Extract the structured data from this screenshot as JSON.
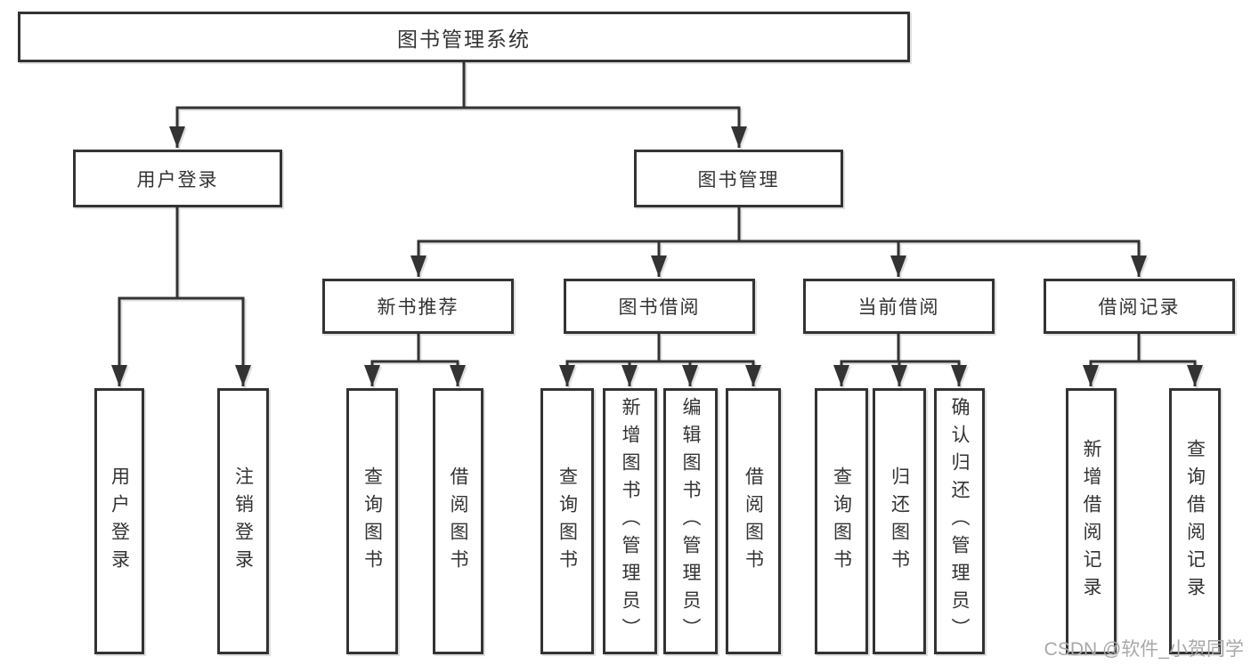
{
  "diagram": {
    "root": "图书管理系统",
    "branches": [
      {
        "label": "用户登录",
        "children": [
          "用户登录",
          "注销登录"
        ]
      },
      {
        "label": "图书管理",
        "children": [
          {
            "label": "新书推荐",
            "children": [
              "查询图书",
              "借阅图书"
            ]
          },
          {
            "label": "图书借阅",
            "children": [
              "查询图书",
              "新增图书（管理员）",
              "编辑图书（管理员）",
              "借阅图书"
            ]
          },
          {
            "label": "当前借阅",
            "children": [
              "查询图书",
              "归还图书",
              "确认归还（管理员）"
            ]
          },
          {
            "label": "借阅记录",
            "children": [
              "新增借阅记录",
              "查询借阅记录"
            ]
          }
        ]
      }
    ]
  },
  "watermark": {
    "text": "CSDN @软件_小贺同学"
  },
  "colors": {
    "line": "#333333",
    "text": "#333333",
    "background": "#ffffff",
    "watermark": "#a8a8a8"
  }
}
